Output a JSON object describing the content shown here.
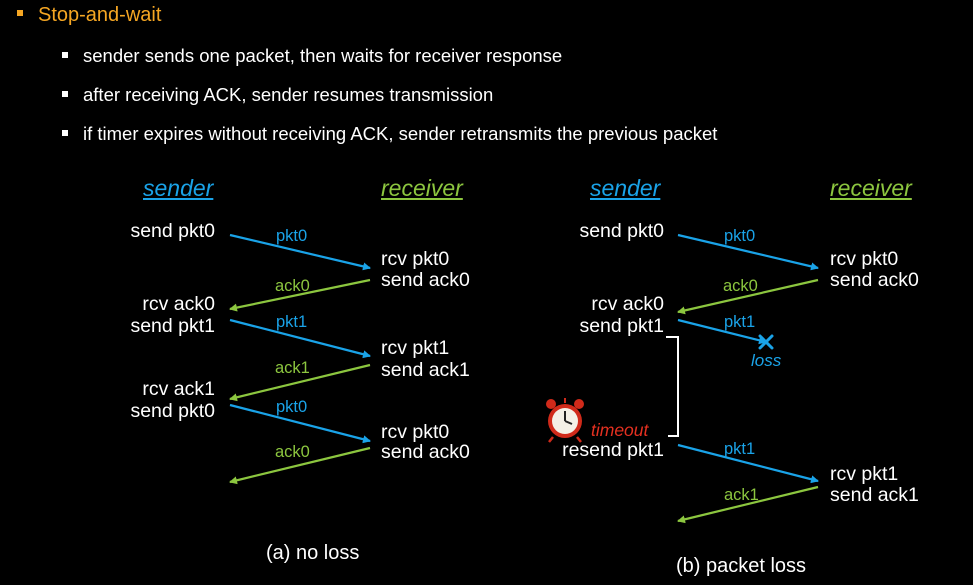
{
  "slide": {
    "title": "Stop-and-wait",
    "bullets": [
      "sender sends one packet, then waits for receiver response",
      "after receiving ACK, sender resumes transmission",
      "if timer expires without receiving ACK, sender retransmits the previous packet"
    ]
  },
  "colors": {
    "title": "#f5a623",
    "sender": "#1aa3e8",
    "receiver": "#8cc63f",
    "packet_arrow": "#1aa3e8",
    "ack_arrow": "#8cc63f",
    "loss": "#1aa3e8",
    "timeout": "#e53020"
  },
  "diagram_a": {
    "sender_header": "sender",
    "receiver_header": "receiver",
    "caption": "(a) no loss",
    "sender_labels": [
      "send pkt0",
      "rcv ack0",
      "send pkt1",
      "rcv ack1",
      "send pkt0"
    ],
    "receiver_labels": [
      "rcv pkt0",
      "send ack0",
      "rcv pkt1",
      "send ack1",
      "rcv pkt0",
      "send ack0"
    ],
    "arrow_labels": [
      "pkt0",
      "ack0",
      "pkt1",
      "ack1",
      "pkt0",
      "ack0"
    ]
  },
  "diagram_b": {
    "sender_header": "sender",
    "receiver_header": "receiver",
    "caption": "(b) packet loss",
    "sender_labels": [
      "send pkt0",
      "rcv ack0",
      "send pkt1",
      "resend pkt1"
    ],
    "receiver_labels": [
      "rcv pkt0",
      "send ack0",
      "rcv pkt1",
      "send ack1"
    ],
    "arrow_labels": [
      "pkt0",
      "ack0",
      "pkt1",
      "pkt1",
      "ack1"
    ],
    "loss_label": "loss",
    "timeout_label": "timeout",
    "icons": [
      "alarm-clock-icon",
      "loss-x-icon"
    ]
  }
}
